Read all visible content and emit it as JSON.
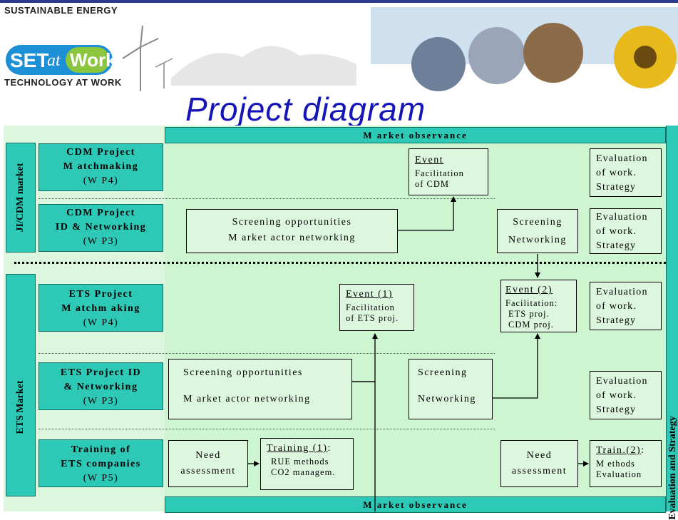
{
  "logo": {
    "line1": "SUSTAINABLE ENERGY",
    "set": "SET",
    "at": "at",
    "work": "Work",
    "line2": "TECHNOLOGY AT WORK"
  },
  "title": "Project diagram",
  "bars": {
    "top": "M arket observance",
    "bottom": "M arket observance",
    "right": "Evaluation and Strategy"
  },
  "sections": {
    "jicdm": "JI/CDM market",
    "ets": "ETS Market"
  },
  "workpackages": [
    {
      "title1": "CDM Project",
      "title2": "M atchmaking",
      "wp": "(W P4)"
    },
    {
      "title1": "CDM Project",
      "title2": "ID & Networking",
      "wp": "(W P3)"
    },
    {
      "title1": "ETS Project",
      "title2": "M atchm aking",
      "wp": "(W P4)"
    },
    {
      "title1": "ETS Project ID",
      "title2": "& Networking",
      "wp": "(W P3)"
    },
    {
      "title1": "Training of",
      "title2": "ETS companies",
      "wp": "(W P5)"
    }
  ],
  "boxes": {
    "cdm_screen": {
      "line1": "Screening opportunities",
      "line2": "M arket actor networking"
    },
    "cdm_event": {
      "title": "Event",
      "line1": "Facilitation",
      "line2": "of CDM"
    },
    "cdm_screen2": {
      "line1": "Screening",
      "line2": "Networking"
    },
    "ets_event1": {
      "title": "Event (1)",
      "line1": "Facilitation",
      "line2": "of ETS proj."
    },
    "ets_event2": {
      "title": "Event (2)",
      "line1": "Facilitation:",
      "line2": "ETS proj.",
      "line3": "CDM proj."
    },
    "ets_screen": {
      "line1": "Screening opportunities",
      "line2": "M arket actor networking"
    },
    "ets_screen2": {
      "line1": "Screening",
      "line2": "Networking"
    },
    "need1": {
      "line1": "Need",
      "line2": "assessment"
    },
    "train1": {
      "title": "Training (1)",
      "colon": ":",
      "line1": "RUE methods",
      "line2": "CO2 managem."
    },
    "need2": {
      "line1": "Need",
      "line2": "assessment"
    },
    "train2": {
      "title": "Train.(2)",
      "colon": ":",
      "line1": "M ethods",
      "line2": "Evaluation"
    }
  },
  "evaluations": [
    {
      "line1": "Evaluation",
      "line2": "of work.",
      "line3": "Strategy"
    },
    {
      "line1": "Evaluation",
      "line2": "of work.",
      "line3": "Strategy"
    },
    {
      "line1": "Evaluation",
      "line2": "of work.",
      "line3": "Strategy"
    },
    {
      "line1": "Evaluation",
      "line2": "of work.",
      "line3": "Strategy"
    }
  ],
  "colors": {
    "teal": "#2ec9b6",
    "light_green": "#ccf5d0",
    "title_blue": "#1515b8"
  }
}
